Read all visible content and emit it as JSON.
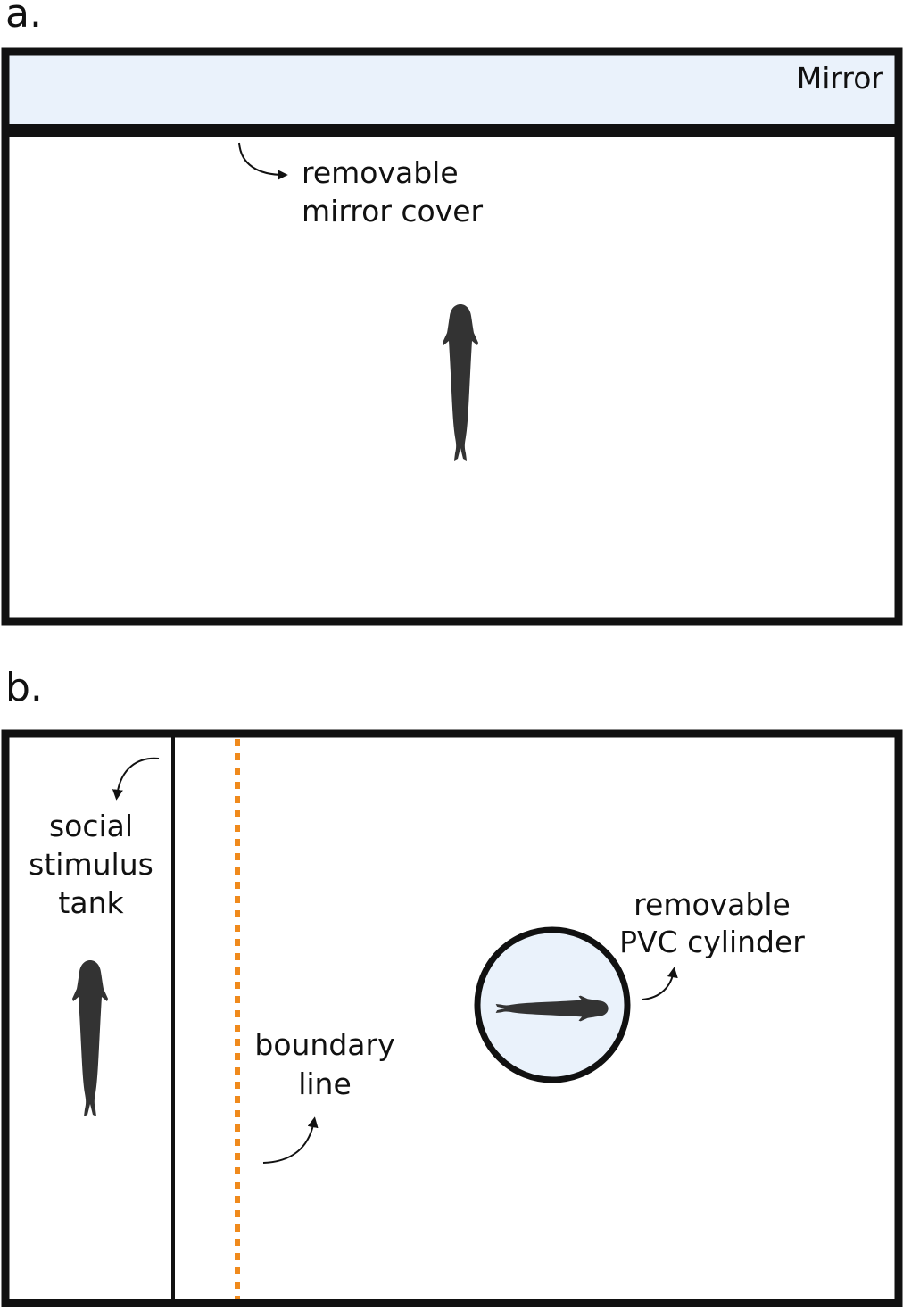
{
  "colors": {
    "outline": "#111111",
    "mirror_fill": "#eaf2fb",
    "cylinder_fill": "#eaf2fb",
    "boundary_line": "#f08a1c",
    "fish": "#333333"
  },
  "panel_a": {
    "letter": "a.",
    "mirror_label": "Mirror",
    "cover_label_line1": "removable",
    "cover_label_line2": "mirror cover",
    "icons": [
      "fish-icon",
      "curved-arrow-icon"
    ]
  },
  "panel_b": {
    "letter": "b.",
    "stimulus_label_line1": "social",
    "stimulus_label_line2": "stimulus",
    "stimulus_label_line3": "tank",
    "boundary_label_line1": "boundary",
    "boundary_label_line2": "line",
    "cylinder_label_line1": "removable",
    "cylinder_label_line2": "PVC cylinder",
    "icons": [
      "fish-icon",
      "curved-arrow-icon"
    ]
  }
}
